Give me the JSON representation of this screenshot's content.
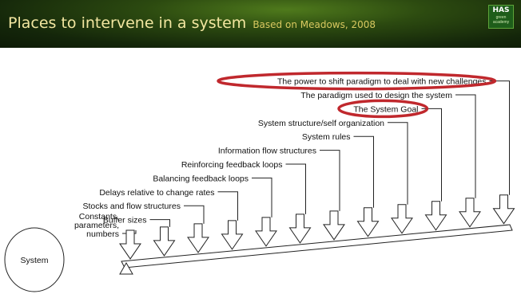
{
  "slide": {
    "title": "Places to intervene in a system",
    "subtitle": "Based on Meadows, 2008",
    "logo_text": "HAS",
    "logo_subtext": "green academy"
  },
  "diagram": {
    "system_label": "System",
    "levers": [
      [
        "Constants,",
        "parameters,",
        "numbers"
      ],
      [
        "Buffer sizes"
      ],
      [
        "Stocks and flow structures"
      ],
      [
        "Delays relative to change rates"
      ],
      [
        "Balancing feedback loops"
      ],
      [
        "Reinforcing feedback loops"
      ],
      [
        "Information flow structures"
      ],
      [
        "System rules"
      ],
      [
        "System structure/self organization"
      ],
      [
        "The System Goal"
      ],
      [
        "The paradigm used to design the system"
      ],
      [
        "The power to shift paradigm to deal with new challenges"
      ]
    ],
    "highlighted_levers": [
      9,
      11
    ],
    "highlight_color": "#c0282d"
  }
}
